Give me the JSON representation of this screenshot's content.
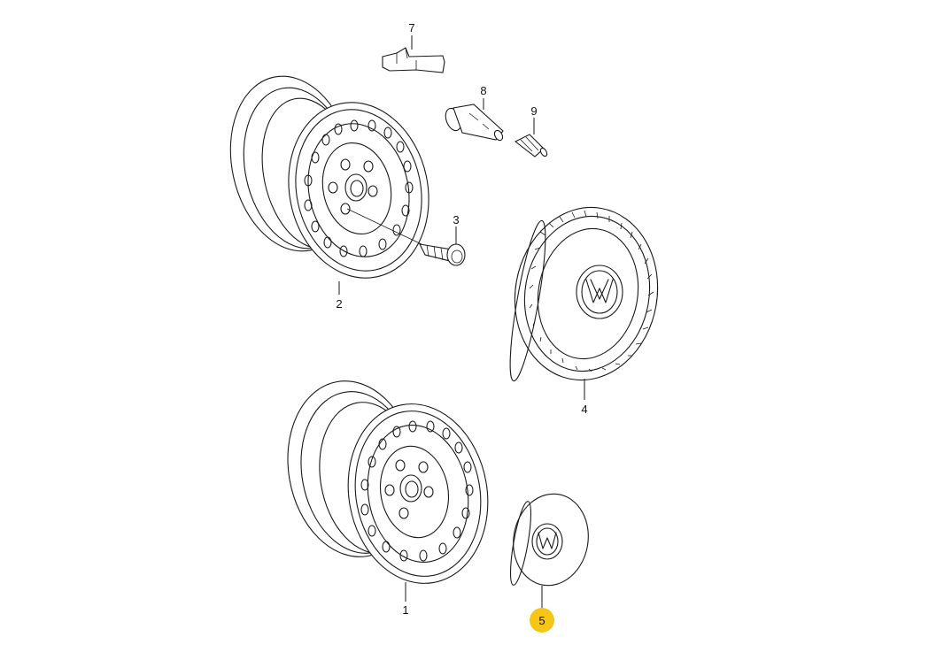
{
  "callouts": [
    {
      "id": "1",
      "label": "1",
      "highlighted": false
    },
    {
      "id": "2",
      "label": "2",
      "highlighted": false
    },
    {
      "id": "3",
      "label": "3",
      "highlighted": false
    },
    {
      "id": "4",
      "label": "4",
      "highlighted": false
    },
    {
      "id": "5",
      "label": "5",
      "highlighted": true
    },
    {
      "id": "7",
      "label": "7",
      "highlighted": false
    },
    {
      "id": "8",
      "label": "8",
      "highlighted": false
    },
    {
      "id": "9",
      "label": "9",
      "highlighted": false
    }
  ],
  "colors": {
    "highlight": "#f5c518",
    "line": "#1a1a1a",
    "background": "#ffffff"
  }
}
